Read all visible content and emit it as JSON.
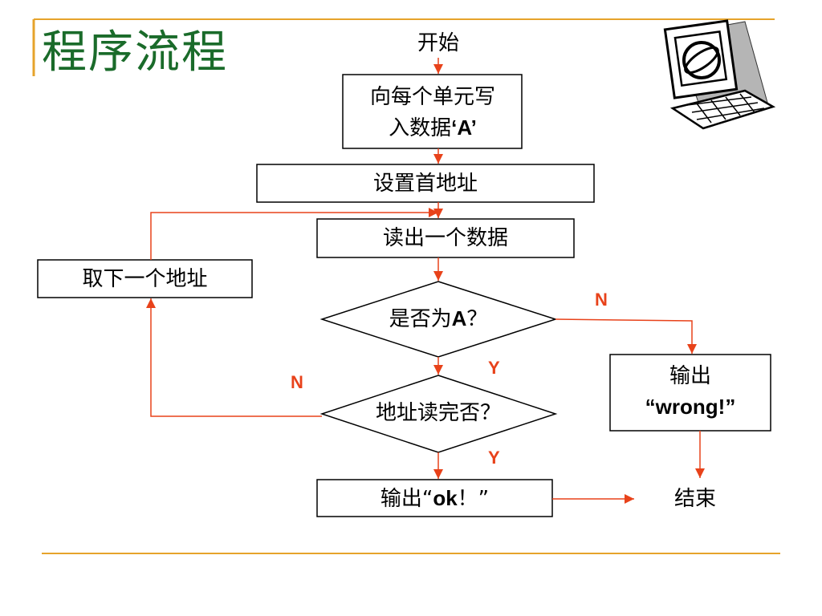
{
  "slide": {
    "title": "程序流程",
    "accent_color": "#1a6b2a",
    "rule_color": "#e6a32b",
    "arrow_color": "#e8421a"
  },
  "flowchart": {
    "start": "开始",
    "write_line1": "向每个单元写",
    "write_line2_prefix": "入数据",
    "write_line2_value": "‘A’",
    "set_address": "设置首地址",
    "read_data": "读出一个数据",
    "next_address": "取下一个地址",
    "decision_a_prefix": "是否为",
    "decision_a_value": "A",
    "decision_a_suffix": "？",
    "decision_done": "地址读完否？",
    "output_wrong_line1": "输出",
    "output_wrong_line2": "“wrong!”",
    "output_ok_prefix": "输出“",
    "output_ok_value": "ok",
    "output_ok_suffix": "！”",
    "end": "结束",
    "label_no": "N",
    "label_yes": "Y"
  },
  "clipart": {
    "icon": "computer-keyboard-icon"
  }
}
